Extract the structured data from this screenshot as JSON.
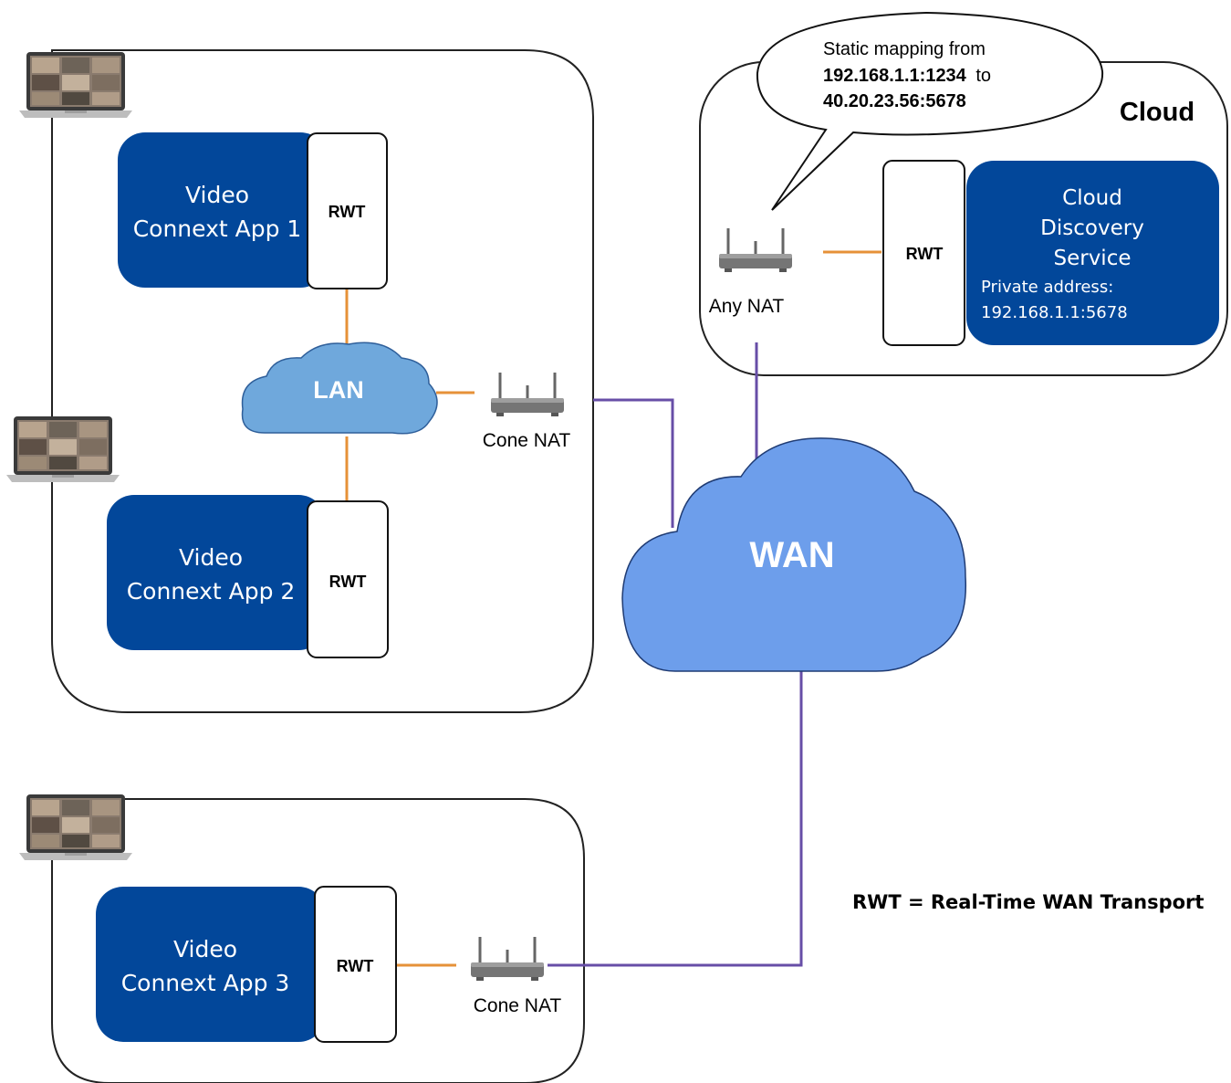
{
  "apps": [
    {
      "line1": "Video",
      "line2": "Connext App 1",
      "transport": "RWT"
    },
    {
      "line1": "Video",
      "line2": "Connext App 2",
      "transport": "RWT"
    },
    {
      "line1": "Video",
      "line2": "Connext App 3",
      "transport": "RWT"
    }
  ],
  "lan": {
    "label": "LAN"
  },
  "wan": {
    "label": "WAN"
  },
  "nats": {
    "cone1": "Cone NAT",
    "cone2": "Cone NAT",
    "any": "Any NAT"
  },
  "cloud": {
    "title": "Cloud",
    "transport": "RWT",
    "service": {
      "line1": "Cloud",
      "line2": "Discovery",
      "line3": "Service",
      "address_label": "Private address:",
      "address": "192.168.1.1:5678"
    }
  },
  "callout": {
    "line1": "Static mapping from",
    "from": "192.168.1.1:1234",
    "to_word": "to",
    "to": "40.20.23.56:5678"
  },
  "legend": "RWT = Real-Time WAN Transport",
  "colors": {
    "app_blue": "#02479a",
    "cloud_fill": "#6d9eeb",
    "lan_fill": "#6fa8dc",
    "orange_link": "#e69138",
    "purple_link": "#674ea7"
  },
  "icons": [
    "laptop-icon",
    "router-icon"
  ]
}
